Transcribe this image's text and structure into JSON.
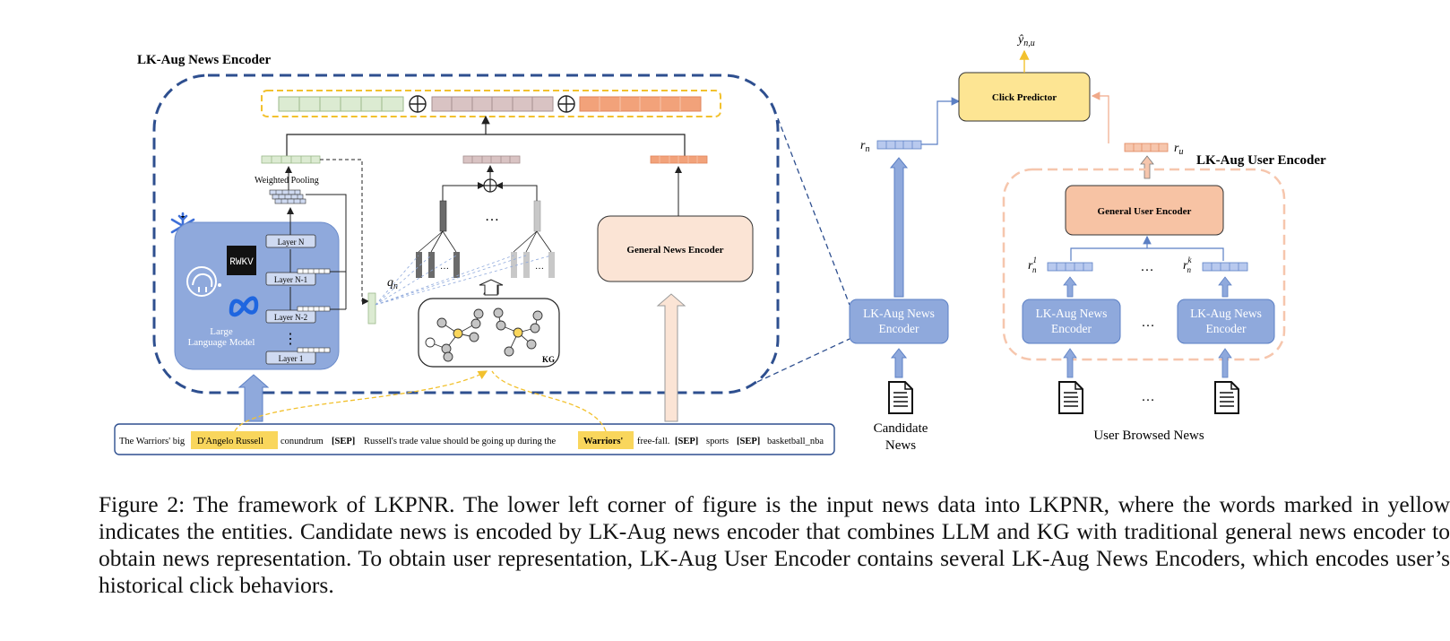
{
  "figure": {
    "lk_news_encoder_title": "LK-Aug News Encoder",
    "lk_user_encoder_title": "LK-Aug User Encoder",
    "weighted_pooling": "Weighted Pooling",
    "layers": [
      "Layer N",
      "Layer N-1",
      "Layer N-2",
      "Layer 1"
    ],
    "vdots": "⋮",
    "llm_label_line1": "Large",
    "llm_label_line2": "Language Model",
    "rwkv": "RWKV",
    "kg_label": "KG",
    "qn": "q",
    "qn_sub": "n",
    "ellipsis": "…",
    "general_news_encoder": "General News Encoder",
    "general_user_encoder": "General User Encoder",
    "click_predictor": "Click Predictor",
    "y_hat": "ŷ",
    "y_sub": "n,u",
    "rn": "r",
    "rn_sub": "n",
    "ru": "r",
    "ru_sub": "u",
    "rn1_sup": "1",
    "rnk_sup": "k",
    "lk_news_box_line1": "LK-Aug News",
    "lk_news_box_line2": "Encoder",
    "candidate_line1": "Candidate",
    "candidate_line2": "News",
    "user_browsed_news": "User Browsed News",
    "input_text": {
      "p1": "The Warriors' big",
      "entity1": "D'Angelo Russell",
      "p2": "conundrum",
      "sep": "[SEP]",
      "p3": "Russell's trade value should be going up during the",
      "entity2": "Warriors'",
      "p4": "free-fall.",
      "p5": "sports",
      "p6": "basketball_nba"
    }
  },
  "caption": "Figure 2: The framework of LKPNR. The lower left corner of figure is the input news data into LKPNR, where the words marked in yellow indicates the entities. Candidate news is encoded by LK-Aug news encoder that combines LLM and KG with traditional general news encoder to obtain news representation. To obtain user representation, LK-Aug User Encoder contains several LK-Aug News Encoders, which encodes user’s historical click behaviors.",
  "colors": {
    "navy": "#2e4f8f",
    "blue_box": "#8fa9dc",
    "blue_fill": "#9db4e2",
    "yellow": "#f9d65c",
    "yellow_box": "#fde593",
    "peach": "#f7c3a4",
    "peach_light": "#fbe4d5",
    "orange_vec": "#f2a27a",
    "green_vec": "#dcebd2",
    "mauve_vec": "#d9c3c3"
  }
}
